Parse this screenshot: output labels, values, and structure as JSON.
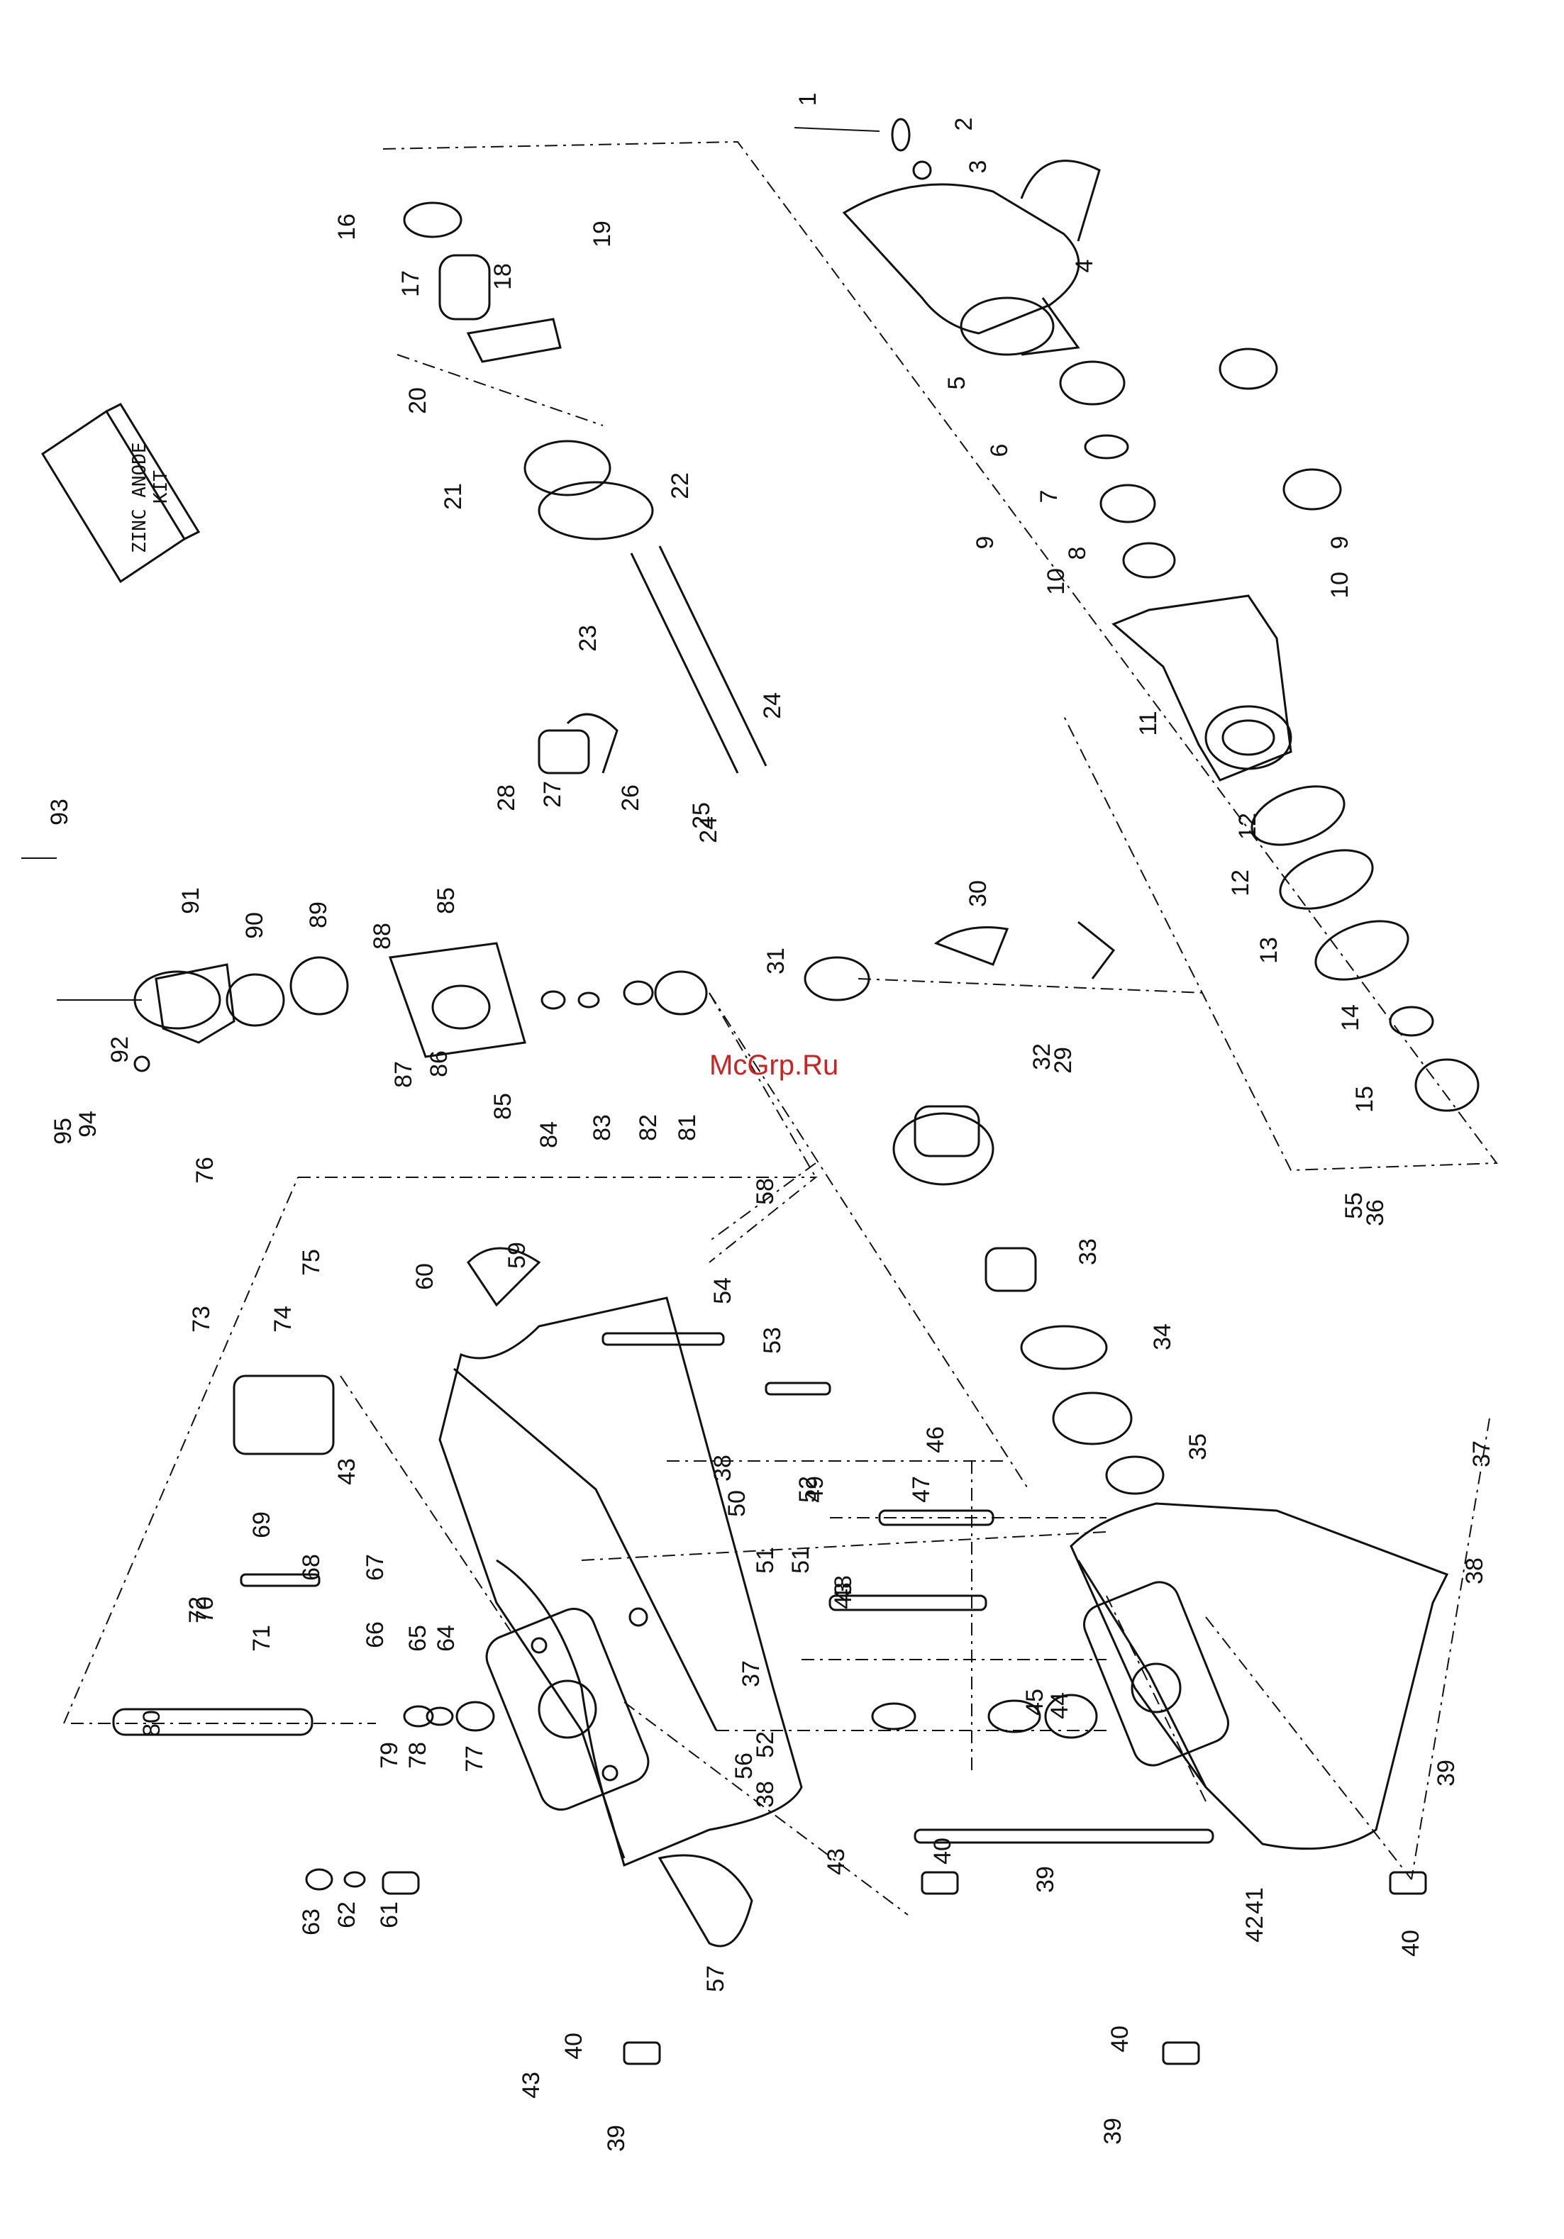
{
  "watermark": "McGrp.Ru",
  "kit_box_label": [
    "ZINC ANODE",
    "KIT"
  ],
  "callouts": [
    "1",
    "2",
    "3",
    "4",
    "5",
    "6",
    "7",
    "8",
    "9",
    "9",
    "10",
    "10",
    "11",
    "12",
    "12",
    "13",
    "14",
    "15",
    "16",
    "17",
    "18",
    "19",
    "20",
    "21",
    "22",
    "23",
    "24",
    "24",
    "25",
    "26",
    "27",
    "28",
    "29",
    "30",
    "31",
    "32",
    "33",
    "34",
    "35",
    "36",
    "37",
    "37",
    "38",
    "38",
    "38",
    "39",
    "39",
    "39",
    "39",
    "40",
    "40",
    "40",
    "40",
    "41",
    "42",
    "43",
    "43",
    "43",
    "43",
    "44",
    "45",
    "46",
    "47",
    "48",
    "49",
    "50",
    "51",
    "51",
    "52",
    "52",
    "53",
    "54",
    "55",
    "56",
    "57",
    "58",
    "59",
    "60",
    "61",
    "62",
    "63",
    "64",
    "65",
    "66",
    "67",
    "68",
    "69",
    "70",
    "71",
    "72",
    "73",
    "74",
    "75",
    "76",
    "77",
    "78",
    "79",
    "80",
    "81",
    "82",
    "83",
    "84",
    "85",
    "85",
    "86",
    "87",
    "88",
    "89",
    "90",
    "91",
    "92",
    "93",
    "94",
    "95"
  ]
}
